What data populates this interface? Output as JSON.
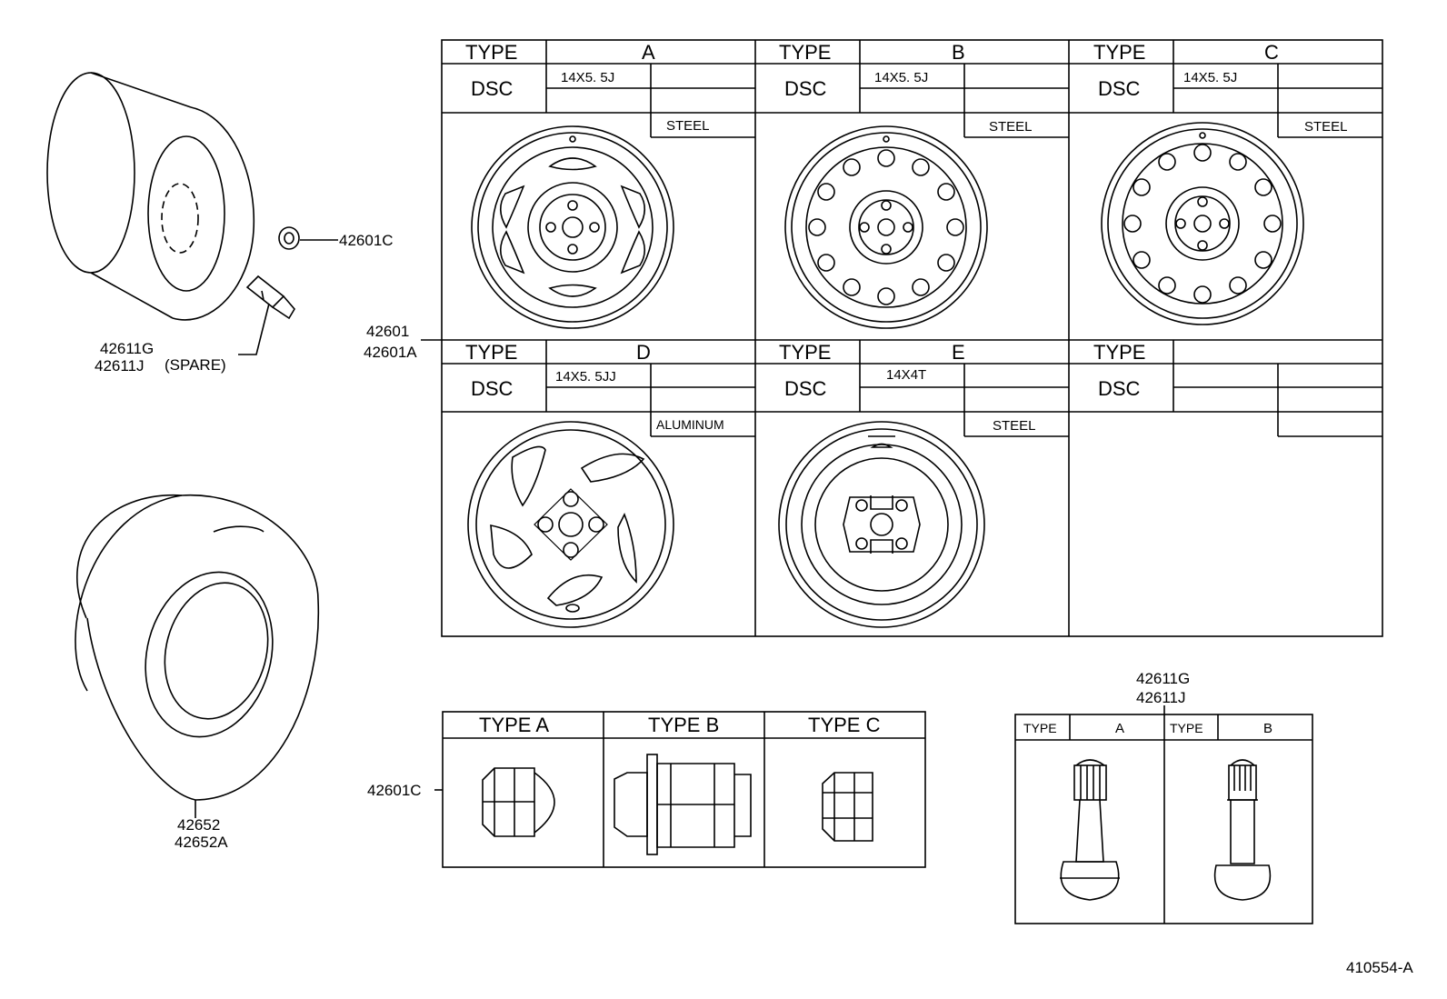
{
  "diagram": {
    "id_code": "410554-A",
    "callouts": {
      "nut": "42601C",
      "valve_g": "42611G",
      "valve_j": "42611J",
      "spare": "(SPARE)",
      "wheel_1": "42601",
      "wheel_2": "42601A",
      "tire_1": "42652",
      "tire_2": "42652A",
      "nut_table": "42601C",
      "valve_table_1": "42611G",
      "valve_table_2": "42611J"
    },
    "wheel_table": {
      "type_header": "TYPE",
      "dsc_header": "DSC",
      "cells": [
        {
          "type": "A",
          "size": "14X5. 5J",
          "material": "STEEL"
        },
        {
          "type": "B",
          "size": "14X5. 5J",
          "material": "STEEL"
        },
        {
          "type": "C",
          "size": "14X5. 5J",
          "material": "STEEL"
        },
        {
          "type": "D",
          "size": "14X5. 5JJ",
          "material": "ALUMINUM"
        },
        {
          "type": "E",
          "size": "14X4T",
          "material": "STEEL"
        },
        {
          "type": "",
          "size": "",
          "material": ""
        }
      ]
    },
    "nut_table": {
      "headers": [
        "TYPE A",
        "TYPE B",
        "TYPE C"
      ]
    },
    "valve_table": {
      "type_header": "TYPE",
      "types": [
        "A",
        "B"
      ]
    }
  }
}
